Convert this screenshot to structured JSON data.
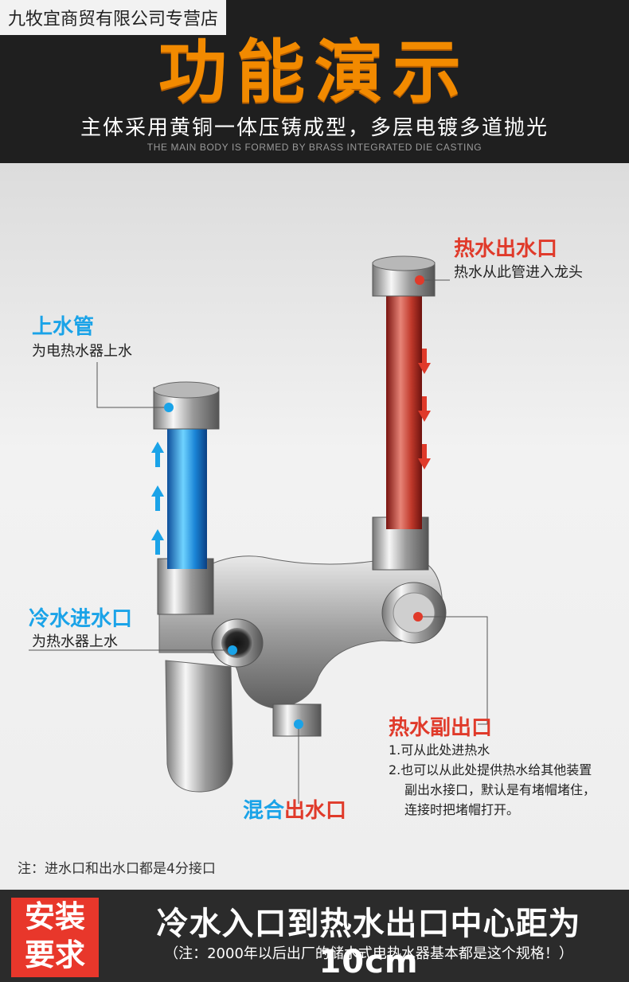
{
  "header": {
    "shop_name": "九牧宜商贸有限公司专营店",
    "headline": "功能演示",
    "subtitle": "主体采用黄铜一体压铸成型，多层电镀多道抛光",
    "subtitle_en": "THE MAIN BODY IS FORMED BY BRASS INTEGRATED DIE CASTING"
  },
  "callouts": {
    "upper_pipe": {
      "title": "上水管",
      "desc": "为电热水器上水"
    },
    "hot_outlet": {
      "title": "热水出水口",
      "desc": "热水从此管进入龙头"
    },
    "cold_inlet": {
      "title": "冷水进水口",
      "desc": "为热水器上水"
    },
    "hot_aux": {
      "title": "热水副出口",
      "line1": "1.可从此处进热水",
      "line2": "2.也可以从此处提供热水给其他装置",
      "line3": "副出水接口，默认是有堵帽堵住，",
      "line4": "连接时把堵帽打开。"
    },
    "mixed_outlet": {
      "part1": "混合",
      "part2": "出水口"
    }
  },
  "note": "注：进水口和出水口都是4分接口",
  "footer": {
    "req_line1": "安装",
    "req_line2": "要求",
    "main": "冷水入口到热水出口中心距为10cm",
    "sub": "（注：2000年以后出厂的储水式电热水器基本都是这个规格！）"
  },
  "colors": {
    "accent_orange": "#f28a00",
    "blue": "#1aa3e8",
    "red": "#e03a2a"
  }
}
